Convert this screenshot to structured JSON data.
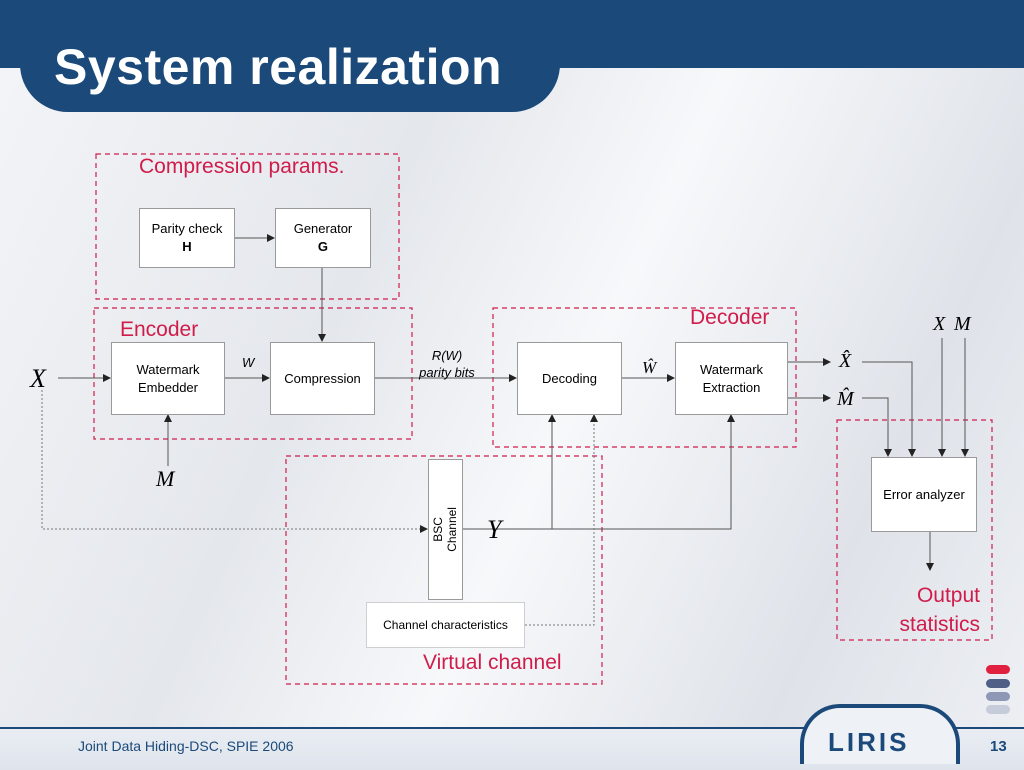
{
  "slide": {
    "title": "System realization",
    "footer": "Joint Data Hiding-DSC, SPIE 2006",
    "page_number": "13",
    "logo": "LIRIS"
  },
  "groups": {
    "compression_params": "Compression params.",
    "encoder": "Encoder",
    "decoder": "Decoder",
    "virtual_channel": "Virtual channel",
    "output_statistics_line1": "Output",
    "output_statistics_line2": "statistics"
  },
  "blocks": {
    "parity_check_line1": "Parity check",
    "parity_check_line2": "H",
    "generator_line1": "Generator",
    "generator_line2": "G",
    "watermark_embedder_line1": "Watermark",
    "watermark_embedder_line2": "Embedder",
    "compression": "Compression",
    "decoding": "Decoding",
    "watermark_extraction_line1": "Watermark",
    "watermark_extraction_line2": "Extraction",
    "bsc_line1": "BSC",
    "bsc_line2": "Channel",
    "channel_characteristics": "Channel characteristics",
    "error_analyzer": "Error analyzer"
  },
  "signals": {
    "x_input": "X",
    "m_input": "M",
    "w": "W",
    "rw_line1": "R(W)",
    "rw_line2": "parity bits",
    "w_hat": "Ŵ",
    "y": "Y",
    "x_hat": "X̂",
    "m_hat": "M̂",
    "x_ref": "X",
    "m_ref": "M"
  },
  "colors": {
    "title_bar": "#1b4a7a",
    "group_border": "#d01c4b",
    "deco_bars": [
      "#e0203f",
      "#4f5f86",
      "#8e98b6",
      "#c7ccdb"
    ]
  }
}
